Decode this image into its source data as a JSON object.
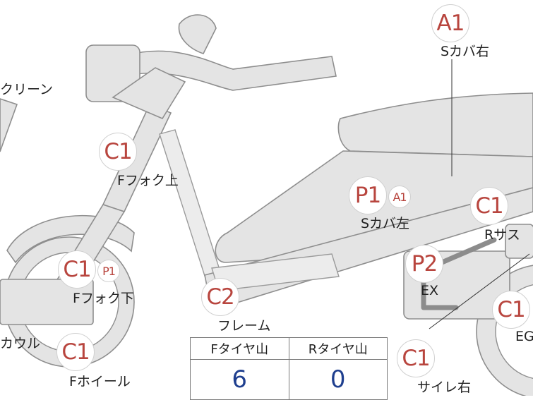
{
  "badges": {
    "a1_top": "A1",
    "c1_fork_upper": "C1",
    "p1_left_cover": "P1",
    "a1_left_cover": "A1",
    "c1_rear_sus": "C1",
    "c1_fork_lower": "C1",
    "p1_fork_lower": "P1",
    "p2_ex": "P2",
    "c2_frame": "C2",
    "c1_eg": "C1",
    "c1_wheel": "C1",
    "c1_silencer": "C1"
  },
  "labels": {
    "s_cover_right": "Sカバ右",
    "screen": "クリーン",
    "fork_upper": "Fフォク上",
    "s_cover_left": "Sカバ左",
    "rear_sus": "Rサス",
    "fork_lower": "Fフォク下",
    "ex": "EX",
    "frame": "フレーム",
    "cowl": "カウル",
    "eg": "EG",
    "front_wheel": "Fホイール",
    "silencer_right": "サイレ右"
  },
  "tire_table": {
    "front_header": "Fタイヤ山",
    "rear_header": "Rタイヤ山",
    "front_value": "6",
    "rear_value": "0"
  },
  "colors": {
    "badge_text": "#b8453e",
    "table_value": "#1f3f8f",
    "part_fill": "#e4e4e4"
  }
}
